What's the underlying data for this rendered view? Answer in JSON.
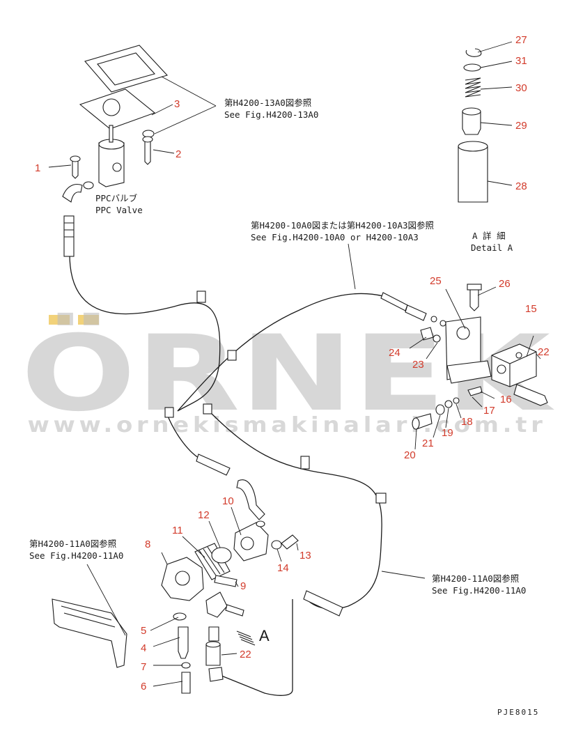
{
  "watermark": {
    "brand": "ÖRNEK",
    "url": "www.ornekismakinalari.com.tr",
    "accent_color": "#f2d27a",
    "color": "#bdbdbd"
  },
  "references": {
    "fig13": {
      "jp": "第H4200-13A0図参照",
      "en": "See Fig.H4200-13A0"
    },
    "fig10": {
      "jp": "第H4200-10A0図または第H4200-10A3図参照",
      "en": "See Fig.H4200-10A0 or H4200-10A3"
    },
    "fig11_left": {
      "jp": "第H4200-11A0図参照",
      "en": "See Fig.H4200-11A0"
    },
    "fig11_right": {
      "jp": "第H4200-11A0図参照",
      "en": "See Fig.H4200-11A0"
    }
  },
  "ppc_valve": {
    "jp": "PPCバルブ",
    "en": "PPC Valve"
  },
  "detail": {
    "jp": "A 詳 細",
    "en": "Detail A"
  },
  "arrow_label": "A",
  "drawing_code": "PJE8015",
  "part_numbers": [
    "1",
    "2",
    "3",
    "4",
    "5",
    "6",
    "7",
    "8",
    "9",
    "10",
    "11",
    "12",
    "13",
    "14",
    "15",
    "16",
    "17",
    "18",
    "19",
    "20",
    "21",
    "22",
    "22",
    "23",
    "24",
    "25",
    "26",
    "27",
    "28",
    "29",
    "30",
    "31"
  ],
  "colors": {
    "label": "#d23a2a",
    "line": "#1a1a1a"
  }
}
